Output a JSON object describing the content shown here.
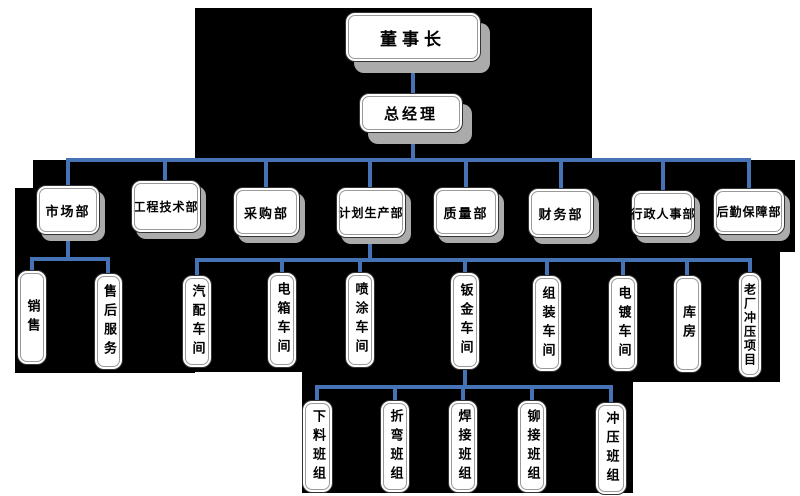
{
  "tree": {
    "label": "董事长",
    "children": [
      {
        "label": "总经理",
        "children": [
          {
            "label": "市场部",
            "children": [
              {
                "label": "销售"
              },
              {
                "label": "售后服务"
              }
            ]
          },
          {
            "label": "工程技术部"
          },
          {
            "label": "采购部"
          },
          {
            "label": "计划生产部",
            "children": [
              {
                "label": "汽配车间"
              },
              {
                "label": "电箱车间"
              },
              {
                "label": "喷涂车间"
              },
              {
                "label": "钣金车间",
                "children": [
                  {
                    "label": "下料班组"
                  },
                  {
                    "label": "折弯班组"
                  },
                  {
                    "label": "焊接班组"
                  },
                  {
                    "label": "铆接班组"
                  },
                  {
                    "label": "冲压班组"
                  }
                ]
              },
              {
                "label": "组装车间"
              },
              {
                "label": "电镀车间"
              },
              {
                "label": "库房"
              },
              {
                "label": "老厂冲压项目"
              }
            ]
          },
          {
            "label": "质量部"
          },
          {
            "label": "财务部"
          },
          {
            "label": "行政人事部"
          },
          {
            "label": "后勤保障部"
          }
        ]
      }
    ]
  },
  "colors": {
    "connector_blue": "#4673b5",
    "panel_black": "#000000",
    "box_fill": "#ffffff",
    "box_border": "#333333",
    "shadow_gray": "#ababab"
  }
}
